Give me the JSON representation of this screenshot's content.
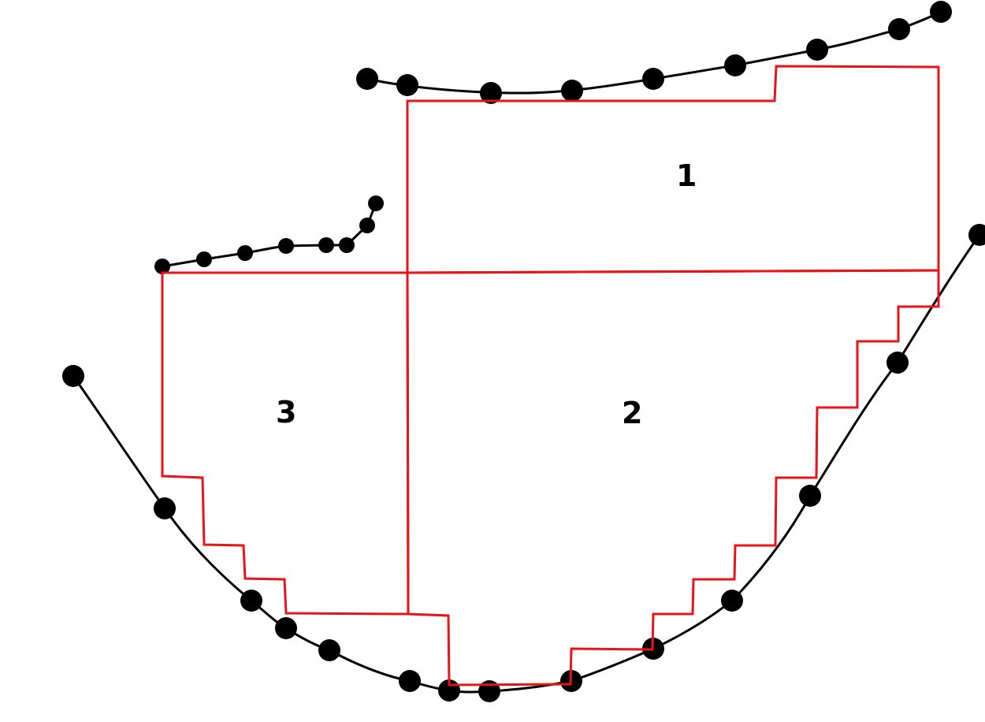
{
  "region_labels": {
    "region_1": "1",
    "region_2": "2",
    "region_3": "3"
  },
  "colors": {
    "curve": "#000000",
    "region_outline": "#e8141a",
    "background": "#ffffff"
  }
}
